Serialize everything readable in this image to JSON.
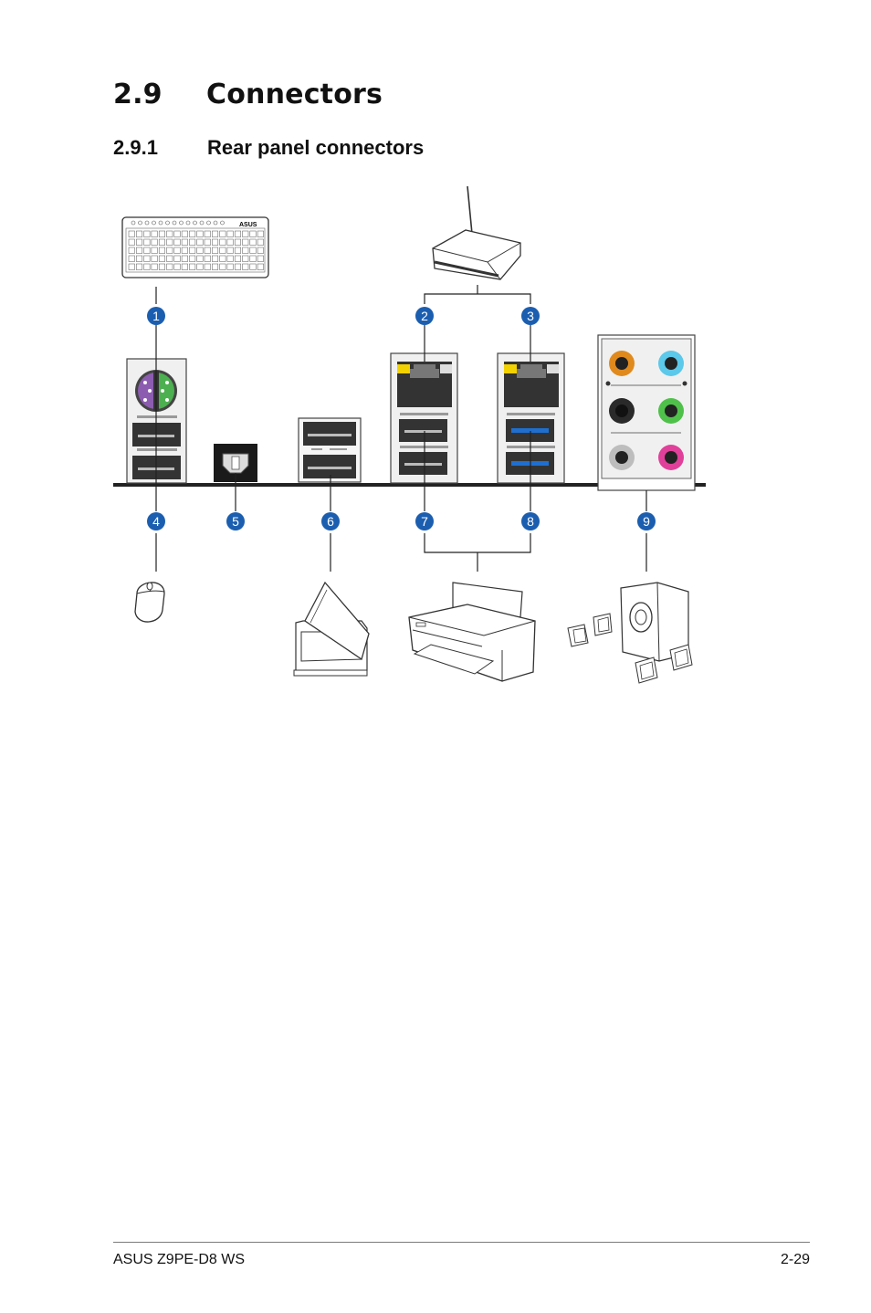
{
  "heading": {
    "number": "2.9",
    "title": "Connectors"
  },
  "subheading": {
    "number": "2.9.1",
    "title": "Rear panel connectors"
  },
  "callouts": [
    "1",
    "2",
    "3",
    "4",
    "5",
    "6",
    "7",
    "8",
    "9"
  ],
  "colors": {
    "callout": "#1b5eb0",
    "ps2_purple": "#8c5cb0",
    "ps2_green": "#4caf50",
    "lan_led": "#f2d200",
    "usb3_blue": "#1e6fd0",
    "audio_orange": "#e08a1e",
    "audio_lightblue": "#5cc8ea",
    "audio_black": "#2a2a2a",
    "audio_green": "#4fc14a",
    "audio_gray": "#bdbdbd",
    "audio_pink": "#e0409a"
  },
  "footer": {
    "left": "ASUS Z9PE-D8 WS",
    "right": "2-29"
  }
}
